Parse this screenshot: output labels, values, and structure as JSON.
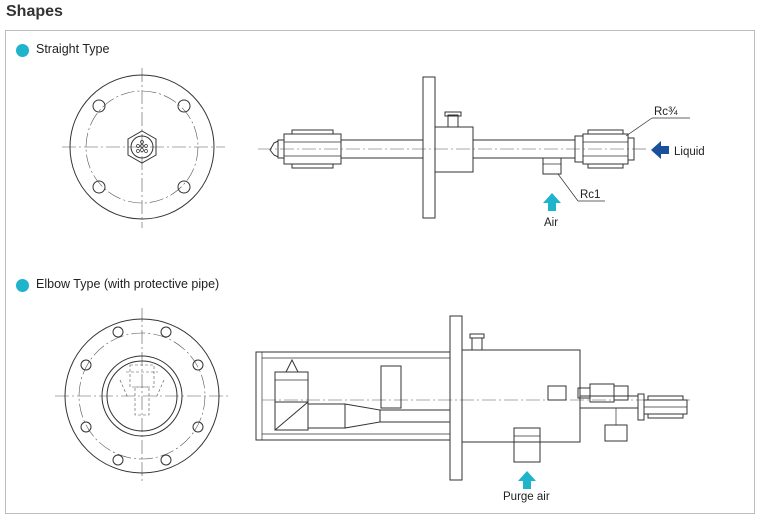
{
  "heading": "Shapes",
  "sections": [
    {
      "label": "Straight Type",
      "callouts": {
        "rc34": "Rc¾",
        "rc1": "Rc1",
        "liquid": "Liquid",
        "air": "Air"
      }
    },
    {
      "label": "Elbow Type (with protective pipe)",
      "callouts": {
        "purge_air": "Purge air"
      }
    }
  ],
  "colors": {
    "bullet": "#1fb4cc",
    "arrow_air": "#1fb4cc",
    "arrow_liquid": "#1a4f9c"
  }
}
